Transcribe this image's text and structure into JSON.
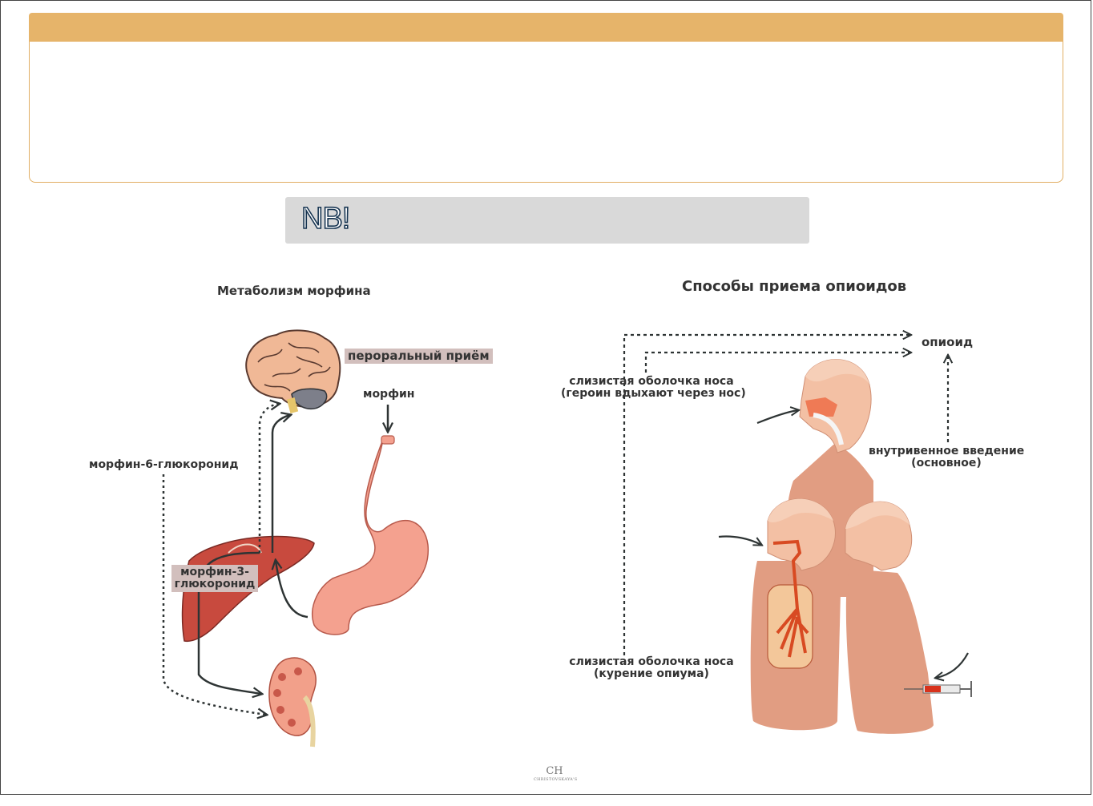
{
  "header": {
    "bar_color": "#e6b46a",
    "box_border_color": "#e1ae63"
  },
  "nb": {
    "label": "NB!"
  },
  "left_panel": {
    "title": "Метаболизм морфина",
    "labels": {
      "oral": "пероральный приём",
      "morphine": "морфин",
      "m6g": "морфин-6-глюкоронид",
      "m3g_line1": "морфин-3-",
      "m3g_line2": "глюкоронид"
    },
    "icons": [
      "brain-icon",
      "stomach-icon",
      "liver-icon",
      "kidney-icon"
    ]
  },
  "right_panel": {
    "title": "Способы приема опиоидов",
    "labels": {
      "opioid": "опиоид",
      "nasal_line1": "слизистая оболочка носа",
      "nasal_line2": "(героин вдыхают через нос)",
      "iv_line1": "внутривенное введение",
      "iv_line2": "(основное)",
      "smoke_line1": "слизистая оболочка носа",
      "smoke_line2": "(курение опиума)"
    },
    "icons": [
      "head-sniffing-icon",
      "head-smoking-icon",
      "body-injection-icon",
      "syringe-icon"
    ]
  },
  "footer": {
    "logo_mark": "CH",
    "logo_text": "CHRISTOVSKAYA'S"
  },
  "colors": {
    "skin": "#e19d82",
    "organ_red": "#c84a3e",
    "stomach": "#f4a18f",
    "arrow": "#2e3434",
    "label_bg": "#d2bfbd"
  }
}
